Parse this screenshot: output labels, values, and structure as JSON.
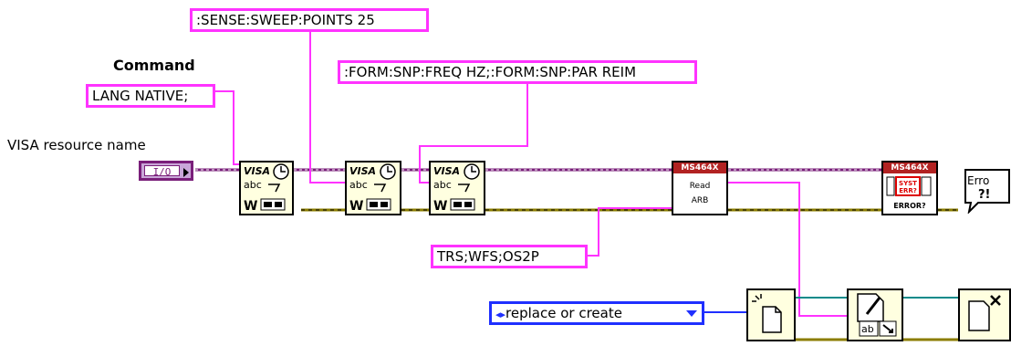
{
  "constants": {
    "sweep_points": ":SENSE:SWEEP:POINTS 25",
    "form_snp": ":FORM:SNP:FREQ HZ;:FORM:SNP:PAR REIM",
    "lang_native": "LANG NATIVE;",
    "trs_wfs": "TRS;WFS;OS2P"
  },
  "labels": {
    "command": "Command",
    "visa_resource": "VISA resource name"
  },
  "visa_control": {
    "text": "I/O"
  },
  "ring": {
    "value": "replace or create"
  },
  "nodes": {
    "visa_write_title": "VISA",
    "visa_write_text": "abc",
    "ms_read_header": "MS464X",
    "ms_read_line1": "Read",
    "ms_read_line2": "ARB",
    "ms_err_header": "MS464X",
    "ms_err_inner": "SYST ERR?",
    "ms_err_footer": "ERROR?",
    "error_bubble_1": "Erro",
    "error_bubble_2": "?!"
  },
  "colors": {
    "string_wire": "#ff33ff",
    "visa_wire": "#7a1f7a",
    "error_wire": "#8b7d00",
    "refnum_wire": "#0a8a8a",
    "enum_wire": "#1f2fff"
  }
}
